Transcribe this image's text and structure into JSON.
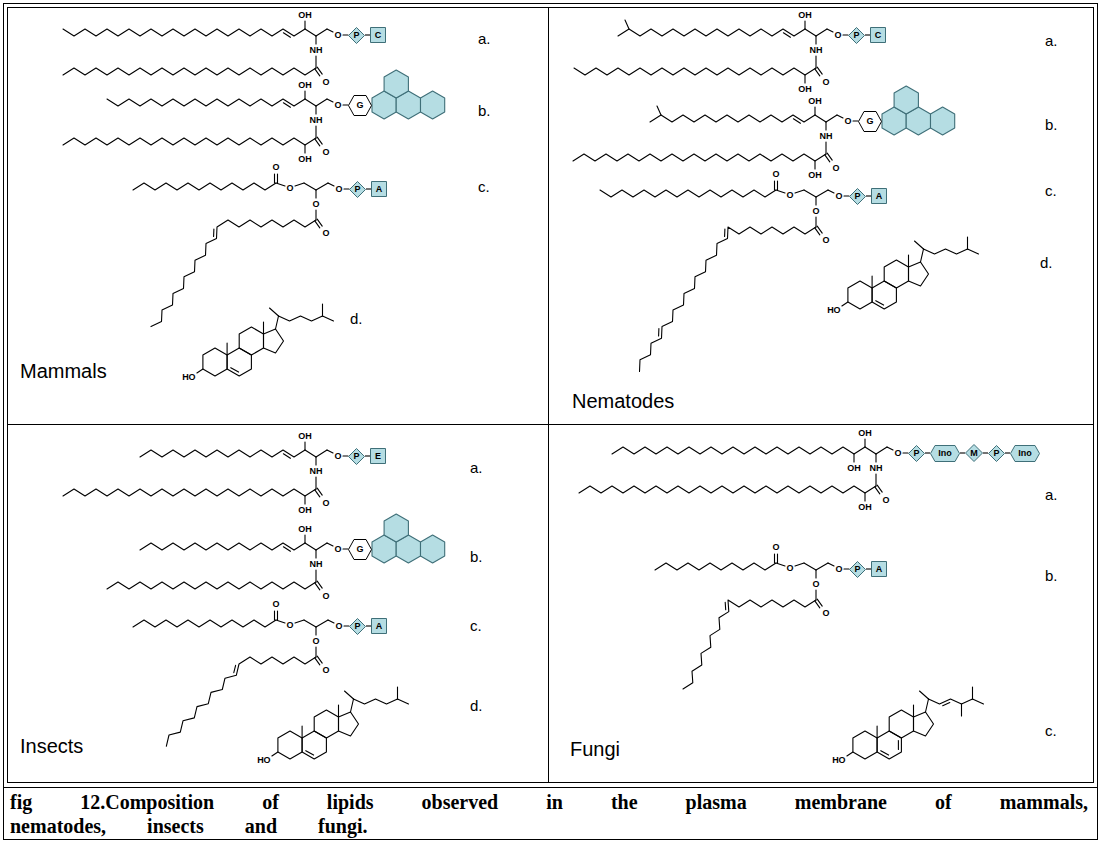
{
  "diagram": {
    "caption": "fig 12.Composition of lipids observed in the plasma membrane of mammals, nematodes, insects and fungi.",
    "nodes": [
      {
        "text": [
          "Mammals"
        ]
      },
      {
        "text": [
          "P"
        ],
        "in": 0
      },
      {
        "text": [
          "C"
        ],
        "in": 0
      },
      {
        "text": [
          "G"
        ],
        "in": 0
      },
      {
        "text": [
          "P"
        ],
        "in": 0
      },
      {
        "text": [
          "A"
        ],
        "in": 0
      },
      {
        "text": [
          "Nematodes"
        ]
      },
      {
        "text": [
          "P"
        ],
        "in": 6
      },
      {
        "text": [
          "C"
        ],
        "in": 6
      },
      {
        "text": [
          "G"
        ],
        "in": 6
      },
      {
        "text": [
          "P"
        ],
        "in": 6
      },
      {
        "text": [
          "A"
        ],
        "in": 6
      },
      {
        "text": [
          "Insects"
        ]
      },
      {
        "text": [
          "P"
        ],
        "in": 12
      },
      {
        "text": [
          "E"
        ],
        "in": 12
      },
      {
        "text": [
          "G"
        ],
        "in": 12
      },
      {
        "text": [
          "P"
        ],
        "in": 12
      },
      {
        "text": [
          "A"
        ],
        "in": 12
      },
      {
        "text": [
          "Fungi"
        ]
      },
      {
        "text": [
          "P"
        ],
        "in": 18
      },
      {
        "text": [
          "Ino"
        ],
        "in": 18
      },
      {
        "text": [
          "M"
        ],
        "in": 18
      },
      {
        "text": [
          "P"
        ],
        "in": 18
      },
      {
        "text": [
          "Ino"
        ],
        "in": 18
      },
      {
        "text": [
          "P"
        ],
        "in": 18
      },
      {
        "text": [
          "A"
        ],
        "in": 18
      }
    ],
    "edges": [
      {
        "from": 1,
        "to": 2,
        "arrow": "none"
      },
      {
        "from": 4,
        "to": 5,
        "arrow": "none"
      },
      {
        "from": 7,
        "to": 8,
        "arrow": "none"
      },
      {
        "from": 10,
        "to": 11,
        "arrow": "none"
      },
      {
        "from": 13,
        "to": 14,
        "arrow": "none"
      },
      {
        "from": 16,
        "to": 17,
        "arrow": "none"
      },
      {
        "from": 19,
        "to": 20,
        "arrow": "none"
      },
      {
        "from": 20,
        "to": 21,
        "arrow": "none"
      },
      {
        "from": 21,
        "to": 22,
        "arrow": "none"
      },
      {
        "from": 22,
        "to": 23,
        "arrow": "none"
      },
      {
        "from": 24,
        "to": 25,
        "arrow": "none"
      }
    ],
    "labels": [
      "a.",
      "OH",
      "NH",
      "O",
      "O",
      "b.",
      "OH",
      "NH",
      "O",
      "O",
      "OH",
      "c.",
      "O",
      "O",
      "O",
      "O",
      "O",
      "d.",
      "HO",
      "a.",
      "OH",
      "NH",
      "O",
      "O",
      "OH",
      "b.",
      "OH",
      "NH",
      "O",
      "O",
      "OH",
      "c.",
      "O",
      "O",
      "O",
      "O",
      "O",
      "d.",
      "HO",
      "a.",
      "OH",
      "NH",
      "O",
      "O",
      "OH",
      "b.",
      "OH",
      "NH",
      "O",
      "O",
      "c.",
      "O",
      "O",
      "O",
      "O",
      "O",
      "d.",
      "HO",
      "a.",
      "OH",
      "OH",
      "NH",
      "O",
      "O",
      "OH",
      "b.",
      "O",
      "O",
      "O",
      "O",
      "O",
      "c.",
      "HO"
    ]
  }
}
